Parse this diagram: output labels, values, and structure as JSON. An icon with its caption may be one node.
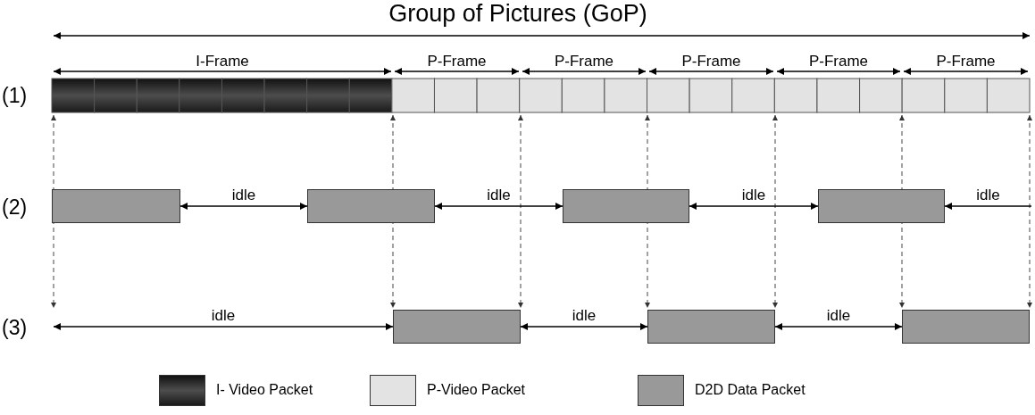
{
  "diagram": {
    "title": "Group of Pictures (GoP)",
    "nodes": [
      {
        "text": [],
        "shape": "box"
      },
      {
        "text": [],
        "shape": "box"
      },
      {
        "text": [],
        "shape": "box"
      },
      {
        "text": [],
        "shape": "box"
      },
      {
        "text": [],
        "shape": "box"
      },
      {
        "text": [],
        "shape": "box"
      },
      {
        "text": [],
        "shape": "box"
      }
    ],
    "edges": [
      {
        "from": 0,
        "to": 1,
        "arrow": "both",
        "label": "idle"
      },
      {
        "from": 1,
        "to": 2,
        "arrow": "both",
        "label": "idle"
      },
      {
        "from": 2,
        "to": 3,
        "arrow": "both",
        "label": "idle"
      },
      {
        "from": null,
        "to": 3,
        "arrow": "to",
        "label": "idle"
      },
      {
        "from": null,
        "to": 4,
        "arrow": "both",
        "label": "idle"
      },
      {
        "from": 4,
        "to": 5,
        "arrow": "both",
        "label": "idle"
      },
      {
        "from": 5,
        "to": 6,
        "arrow": "both",
        "label": "idle"
      }
    ],
    "labels": [
      "I-Frame",
      "P-Frame",
      "P-Frame",
      "P-Frame",
      "P-Frame",
      "P-Frame",
      "(1)",
      "(2)",
      "(3)"
    ],
    "legend": [
      {
        "text": "I- Video Packet",
        "color": "#4d4d4d"
      },
      {
        "text": "P-Video Packet",
        "color": "#e3e3e3"
      },
      {
        "text": "D2D Data Packet",
        "color": "#999999"
      }
    ]
  }
}
